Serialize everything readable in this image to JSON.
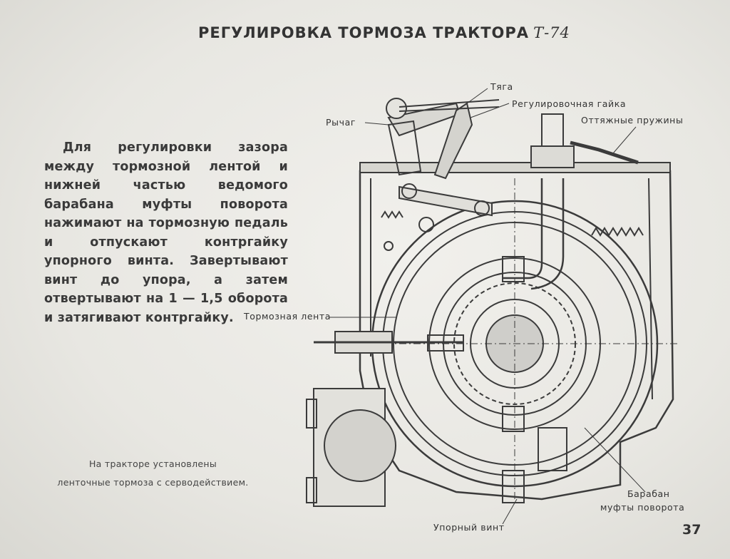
{
  "title": {
    "text": "РЕГУЛИРОВКА ТОРМОЗА ТРАКТОРА",
    "model": "Т-74"
  },
  "body_text": "Для регулировки зазора между тормозной лентой и нижней частью ведомого барабана муфты поворота нажимают на тормозную педаль и отпускают контргайку упорного винта. Завертывают винт до упора, а затем отвертывают на 1 — 1,5 оборота и затягивают контргайку.",
  "note": {
    "line1": "На тракторе установлены",
    "line2": "ленточные тормоза с серводействием."
  },
  "labels": {
    "tyaga": "Тяга",
    "reg_gaika": "Регулировочная гайка",
    "rychag": "Рычаг",
    "pruzhiny": "Оттяжные пружины",
    "lenta": "Тормозная лента",
    "baraban_1": "Барабан",
    "baraban_2": "муфты поворота",
    "vint": "Упорный винт"
  },
  "page_number": "37"
}
